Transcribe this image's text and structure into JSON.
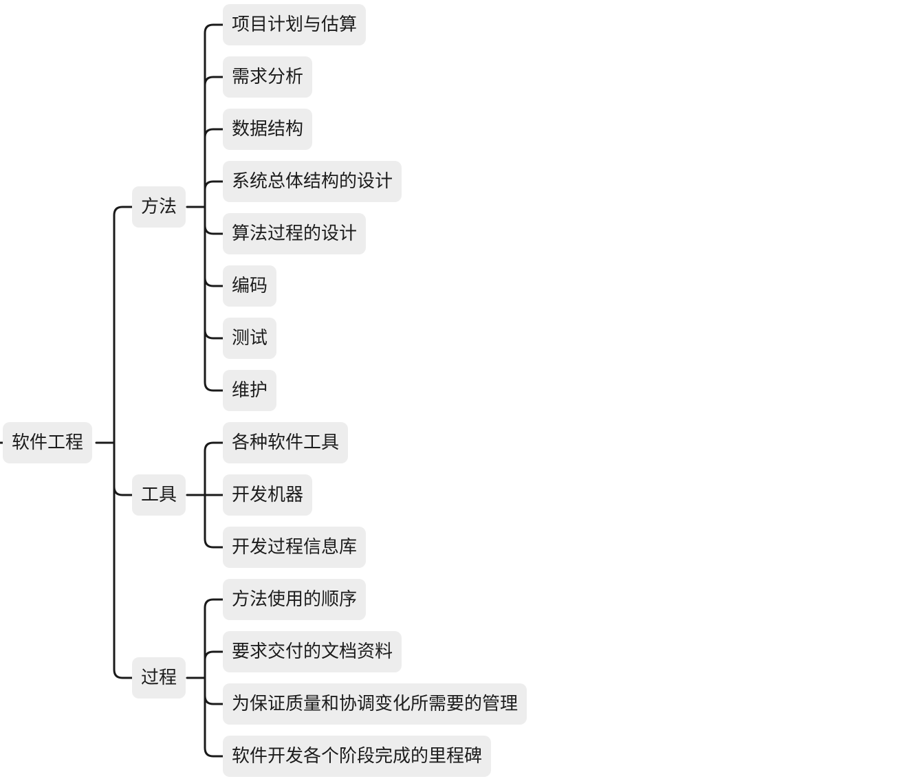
{
  "root": {
    "label": "软件工程"
  },
  "branches": [
    {
      "label": "方法",
      "children": [
        "项目计划与估算",
        "需求分析",
        "数据结构",
        "系统总体结构的设计",
        "算法过程的设计",
        "编码",
        "测试",
        "维护"
      ]
    },
    {
      "label": "工具",
      "children": [
        "各种软件工具",
        "开发机器",
        "开发过程信息库"
      ]
    },
    {
      "label": "过程",
      "children": [
        "方法使用的顺序",
        "要求交付的文档资料",
        "为保证质量和协调变化所需要的管理",
        "软件开发各个阶段完成的里程碑"
      ]
    }
  ],
  "colors": {
    "node_fill": "#ededed",
    "line": "#1a1a1a",
    "text": "#1c1c1c"
  }
}
